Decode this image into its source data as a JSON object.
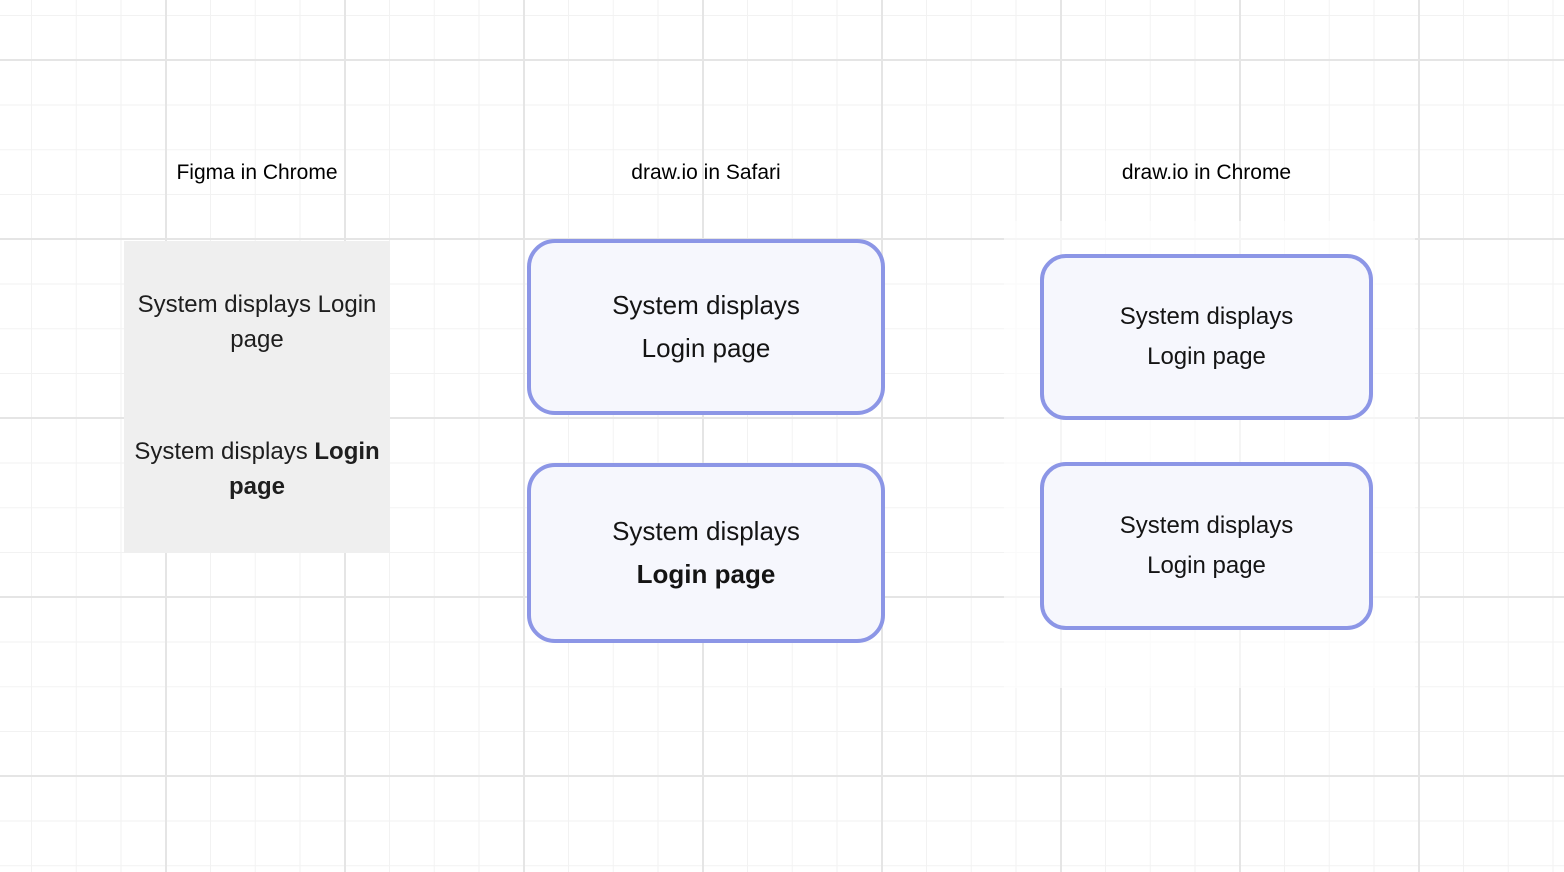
{
  "columns": [
    {
      "id": "figma-in-chrome",
      "header": "Figma in Chrome",
      "blocks": [
        {
          "line1": "System displays",
          "line2": "Login page",
          "line1_weight": "400",
          "line2_weight": "400",
          "line2_emphasis": "regular"
        },
        {
          "line1": "System displays",
          "line2": "Login page",
          "line1_weight": "400",
          "line2_weight": "700",
          "line2_emphasis": "bold"
        }
      ]
    },
    {
      "id": "drawio-in-safari",
      "header": "draw.io in Safari",
      "blocks": [
        {
          "line1": "System displays",
          "line2": "Login page",
          "line1_weight": "400",
          "line2_weight": "400",
          "line2_emphasis": "regular"
        },
        {
          "line1": "System displays",
          "line2": "Login page",
          "line1_weight": "400",
          "line2_weight": "700",
          "line2_emphasis": "bold"
        }
      ]
    },
    {
      "id": "drawio-in-chrome",
      "header": "draw.io in Chrome",
      "blocks": [
        {
          "line1": "System displays",
          "line2": "Login page",
          "line1_weight": "400",
          "line2_weight": "400",
          "line2_emphasis": "regular"
        },
        {
          "line1": "System displays",
          "line2": "Login page",
          "line1_weight": "400",
          "line2_weight": "500",
          "line2_emphasis": "medium"
        }
      ]
    }
  ],
  "colors": {
    "canvas_bg": "#ffffff",
    "grid_minor": "#f2f2f2",
    "grid_major": "#e5e5e5",
    "figma_block_bg": "#efefef",
    "figma_text": "#1e1e1e",
    "node_border": "#8c96e6",
    "node_fill": "#f6f7fd",
    "text": "#141414"
  }
}
